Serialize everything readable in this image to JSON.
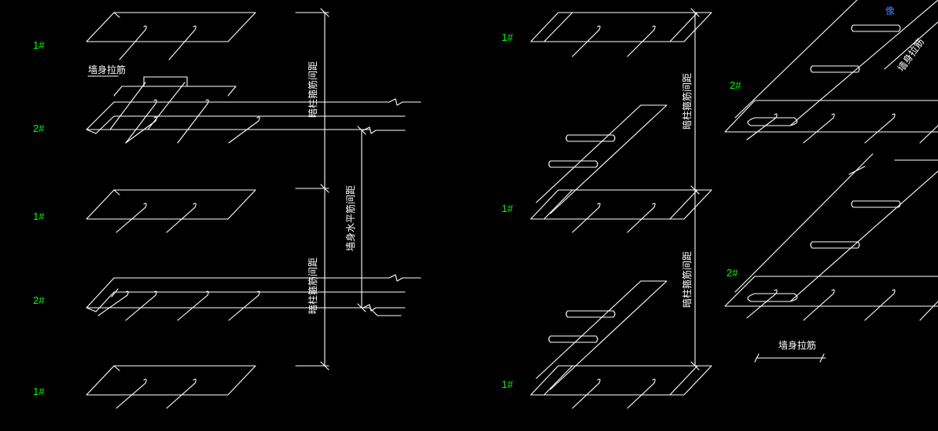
{
  "colors": {
    "background": "#000000",
    "line": "#ffffff",
    "marker": "#00ff00",
    "accent": "#3f7fff"
  },
  "markers": {
    "type1": "1#",
    "type2": "2#"
  },
  "labels": {
    "wall_tie": "墙身拉筋",
    "column_stirrup_spacing": "暗柱箍筋间距",
    "wall_horizontal_spacing": "墙身水平筋间距",
    "blue_glyph": "像"
  }
}
